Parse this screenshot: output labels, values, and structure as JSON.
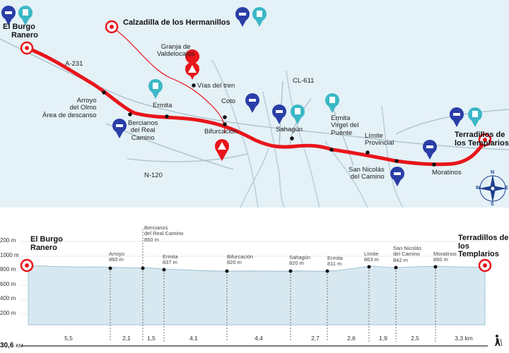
{
  "map": {
    "start": {
      "line1": "El Burgo",
      "line2": "Ranero"
    },
    "end": {
      "line1": "Terradillos de",
      "line2": "los Templarios"
    },
    "detour": "Calzadilla de los Hermanillos",
    "roads": {
      "a231": "A-231",
      "n120": "N-120",
      "cl611": "CL-611"
    },
    "places": {
      "arroyo": [
        "Arroyo",
        "del Olmo",
        "Área de descanso"
      ],
      "bercianos": [
        "Bercianos",
        "del Real",
        "Camino"
      ],
      "ermita1": "Ermita",
      "granja": [
        "Granja de",
        "Valdelocajos"
      ],
      "vias": "Vías del tren",
      "coto": "Coto",
      "bifurcacion": "Bifurcación",
      "sahagun": "Sahagún",
      "ermita2": [
        "Ermita",
        "Virgel del",
        "Puente"
      ],
      "limite": [
        "Límite",
        "Provincial"
      ],
      "sannicolas": [
        "San Nicolás",
        "del Camino"
      ],
      "moratinos": "Moratinos"
    },
    "compass": {
      "n": "N",
      "s": "S",
      "e": "E",
      "w": "W"
    },
    "colors": {
      "route": "#e8151b",
      "water": "#bccfdb",
      "roadline": "#a9bfca",
      "pin_dark": "#2a3ea8",
      "pin_light": "#3bb8c6"
    }
  },
  "profile": {
    "axis": [
      "200 m",
      "1000 m",
      "800 m",
      "600 m",
      "400 m",
      "200 m"
    ],
    "start": {
      "line1": "El Burgo",
      "line2": "Ranero"
    },
    "end": {
      "line1": "Terradillos de",
      "line2": "los Templarios"
    },
    "stops": {
      "bercianos": [
        "Bercianos",
        "del Real Camino",
        "850 m"
      ],
      "arroyo": [
        "Arroyo",
        "860 m"
      ],
      "ermita": [
        "Ermita",
        "837 m"
      ],
      "bifurcacion": [
        "Bifurcación",
        "820 m"
      ],
      "sahagun": [
        "Sahagún",
        "820 m"
      ],
      "ermita2": [
        "Ermita",
        "811 m"
      ],
      "limite": [
        "Límite",
        "863 m"
      ],
      "sannicolas": [
        "San Nicolás",
        "del Camino",
        "842 m"
      ],
      "moratinos": [
        "Moratinos",
        "860 m"
      ]
    },
    "segments": [
      "5,5",
      "2,1",
      "1,5",
      "4,1",
      "4,4",
      "2,7",
      "2,6",
      "1,9",
      "2,5",
      "3,3 km"
    ],
    "total": {
      "value": "30,6",
      "unit": "KM"
    }
  }
}
